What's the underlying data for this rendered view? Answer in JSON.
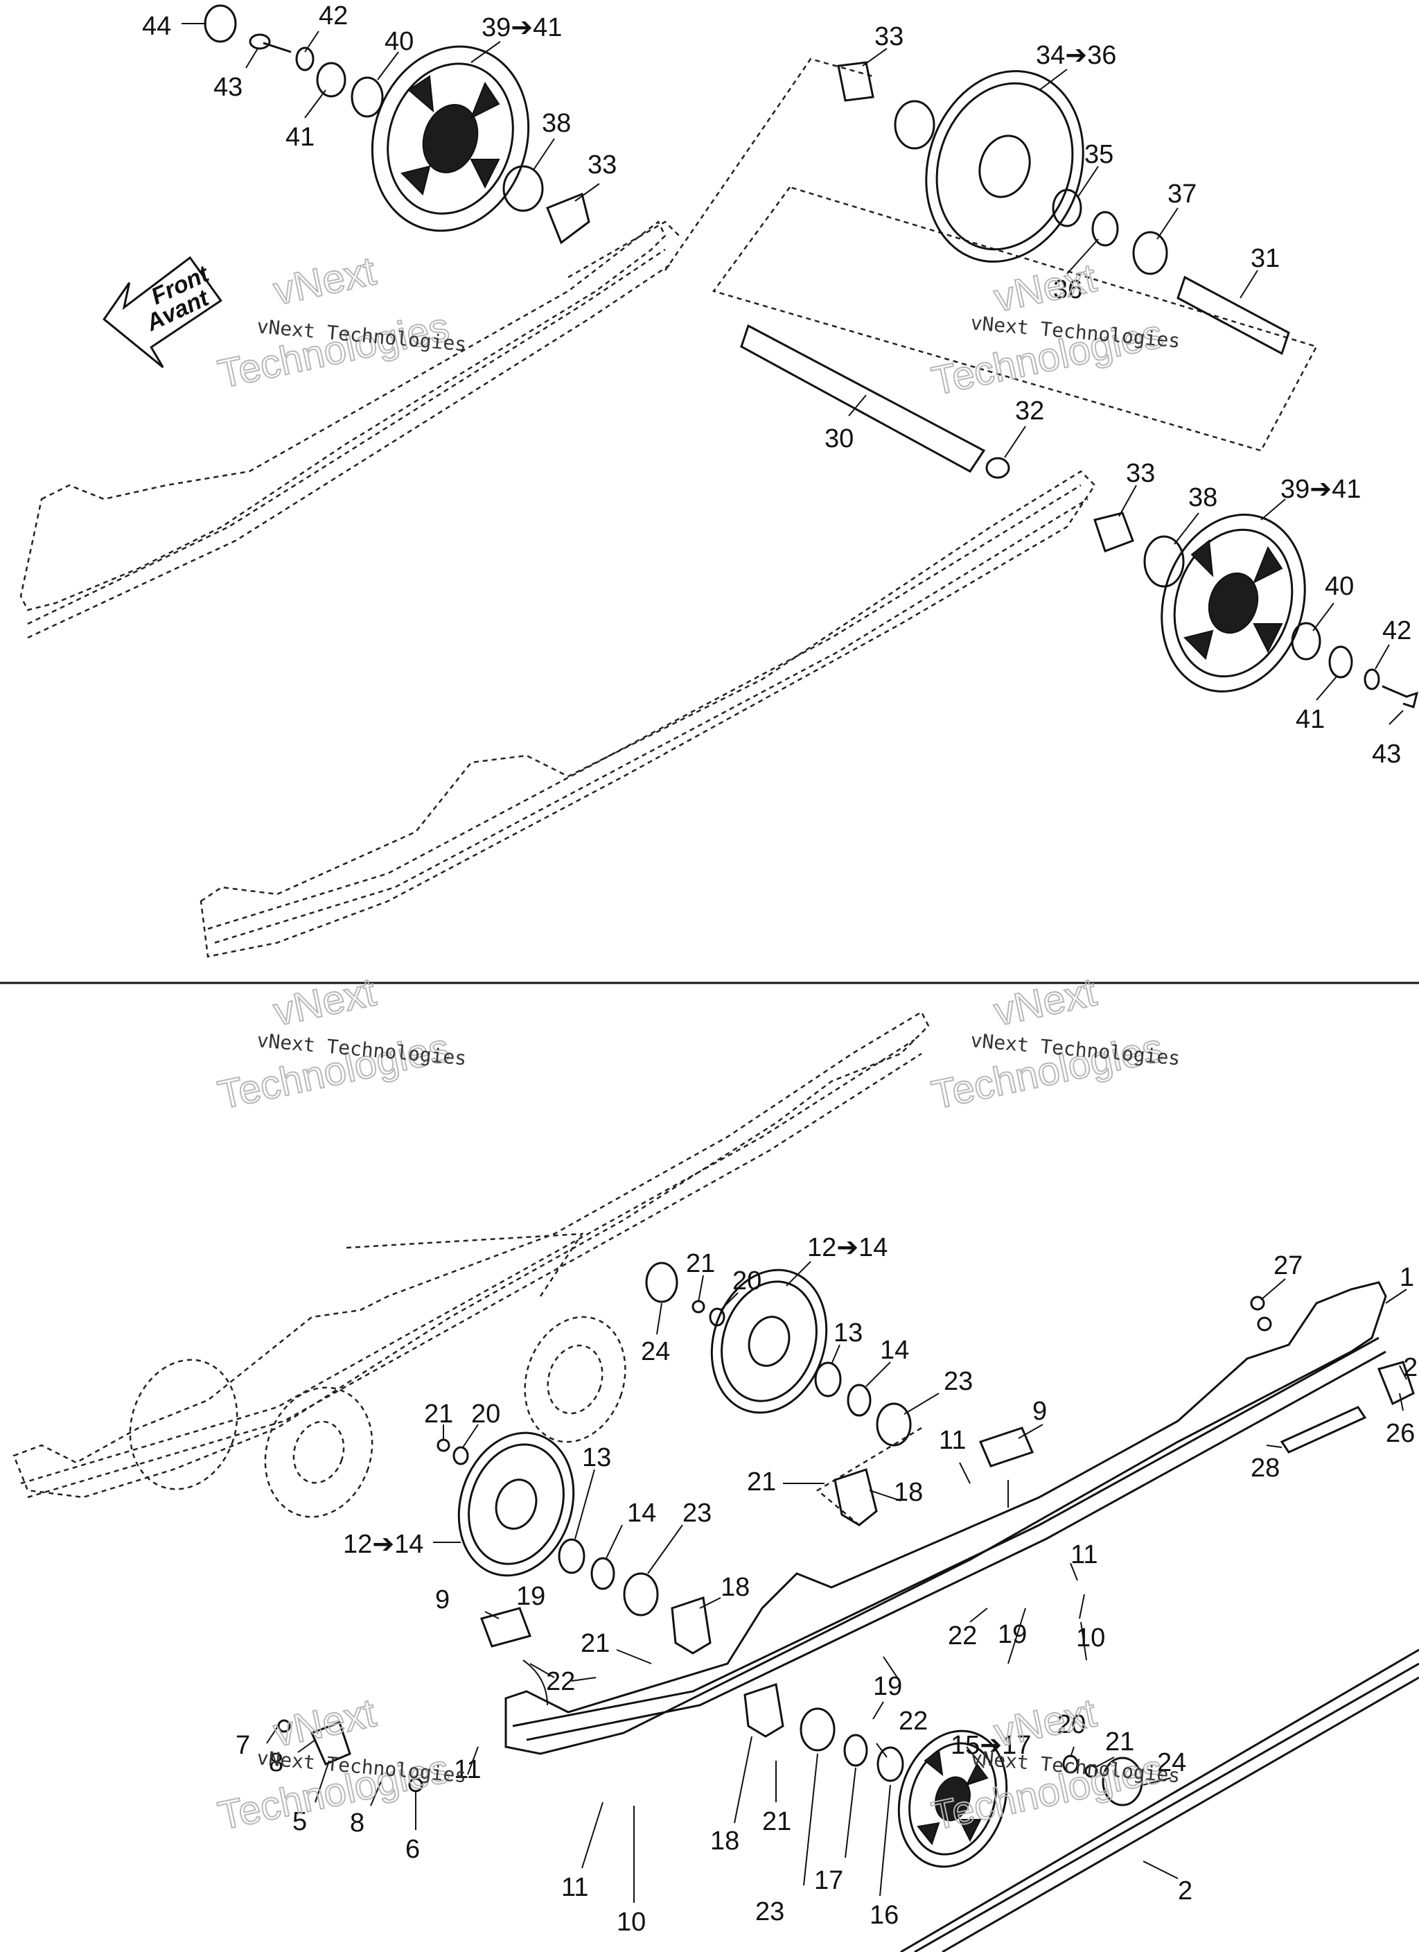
{
  "front_arrow": {
    "line1": "Front",
    "line2": "Avant"
  },
  "watermark": {
    "company": "vNext Technologies",
    "word1": "vNext",
    "word2": "Technologies"
  },
  "top_section": {
    "labels": [
      "44",
      "42",
      "40",
      "39➔41",
      "43",
      "41",
      "38",
      "33",
      "33",
      "34➔36",
      "35",
      "37",
      "36",
      "31",
      "30",
      "32",
      "33",
      "38",
      "39➔41",
      "40",
      "42",
      "41",
      "43"
    ]
  },
  "bottom_section": {
    "labels": [
      "12➔14",
      "21",
      "20",
      "24",
      "13",
      "14",
      "23",
      "9",
      "1",
      "27",
      "2",
      "26",
      "28",
      "21",
      "20",
      "13",
      "14",
      "12➔14",
      "23",
      "18",
      "18",
      "11",
      "21",
      "21",
      "11",
      "10",
      "19",
      "22",
      "19",
      "9",
      "22",
      "19",
      "22",
      "7",
      "8",
      "11",
      "5",
      "8",
      "6",
      "11",
      "10",
      "18",
      "21",
      "23",
      "17",
      "16",
      "15➔17",
      "20",
      "21",
      "24",
      "2"
    ]
  },
  "colors": {
    "ink": "#111111",
    "watermark": "#b8b8b8",
    "background": "#ffffff"
  }
}
